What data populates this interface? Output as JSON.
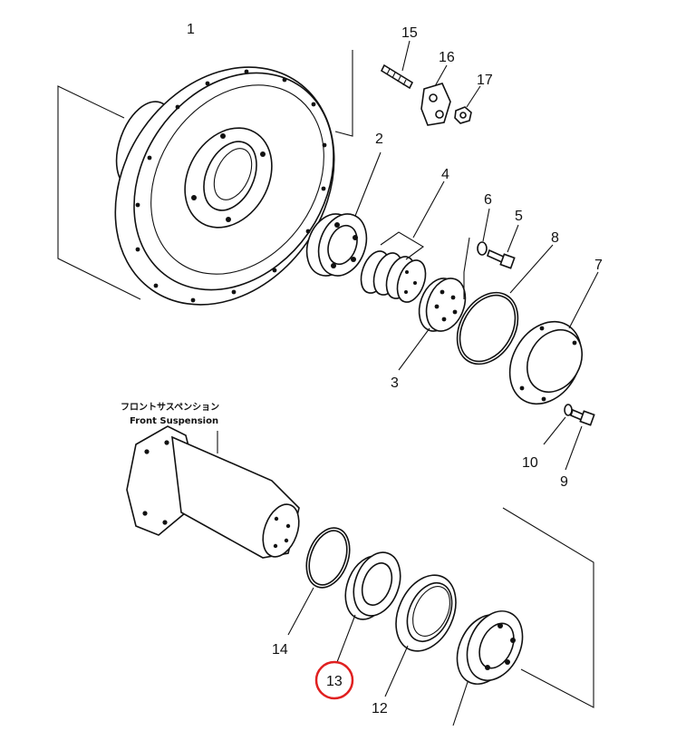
{
  "parts": [
    {
      "number": "1"
    },
    {
      "number": "2"
    },
    {
      "number": "3"
    },
    {
      "number": "4"
    },
    {
      "number": "5"
    },
    {
      "number": "6"
    },
    {
      "number": "7"
    },
    {
      "number": "8"
    },
    {
      "number": "9"
    },
    {
      "number": "10"
    },
    {
      "number": "12"
    },
    {
      "number": "13"
    },
    {
      "number": "14"
    },
    {
      "number": "15"
    },
    {
      "number": "16"
    },
    {
      "number": "17"
    }
  ],
  "caption_jp": "フロントサスペンション",
  "caption_en": "Front Suspension",
  "highlight": {
    "part": "13",
    "color": "#e02020"
  },
  "colors": {
    "line": "#111111",
    "background": "#ffffff"
  }
}
